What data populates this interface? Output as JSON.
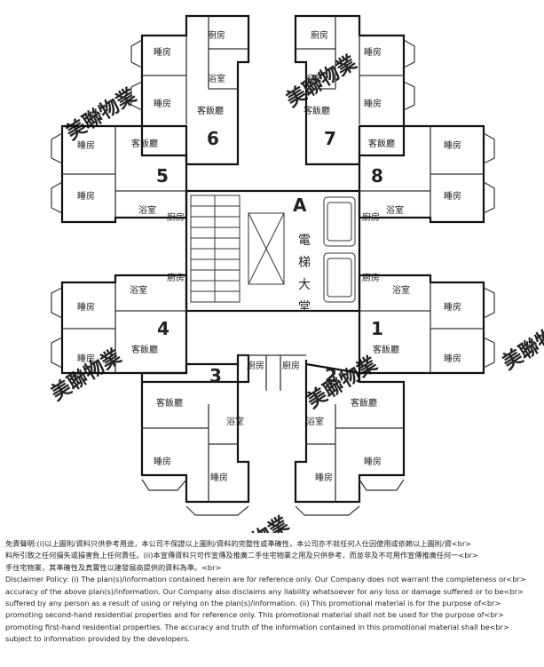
{
  "plan": {
    "unit_numbers": [
      "1",
      "2",
      "3",
      "4",
      "5",
      "6",
      "7",
      "8"
    ],
    "lobby_letter": "A",
    "lobby_chars": [
      "電",
      "梯",
      "大",
      "堂"
    ],
    "rooms": {
      "bedroom": "睡房",
      "living": "客飯廳",
      "kitchen": "廚房",
      "bathroom": "浴室"
    },
    "watermark": "美聯物業"
  },
  "disclaimer": {
    "zh_1": "免責聲明:(i)以上圖則/資料只供參考用途，本公司不保證以上圖則/資料的完整性或準確性，本公司亦不就任何人仕因使用或依賴以上圖則/資<br>",
    "zh_2": "料所引致之任何損失或損害負上任何責任。(ii)本宣傳資料只可作宣傳及推廣二手住宅物業之用及只供參考，而並非及不可用作宣傳推廣任何一<br>",
    "zh_3": "手住宅物業，其準確性及真實性以建發展商提供的資料為準。<br>",
    "en_1": "Disclaimer Policy: (i) The plan(s)/information contained herein are for reference only. Our Company does not warrant the completeness or<br>",
    "en_2": "accuracy of the above plan(s)/information. Our Company also disclaims any liability whatsoever for any loss or damage suffered or to be<br>",
    "en_3": "suffered by any person as a result of using or relying on the plan(s)/information. (ii) This promotional material is for the purpose of<br>",
    "en_4": "promoting second-hand residential properties and for reference only. This promotional material shall not be used for the purpose of<br>",
    "en_5": "promoting first-hand residential properties. The accuracy and truth of the information contained in this promotional material shall be<br>",
    "en_6": "subject to information provided by the developers."
  }
}
